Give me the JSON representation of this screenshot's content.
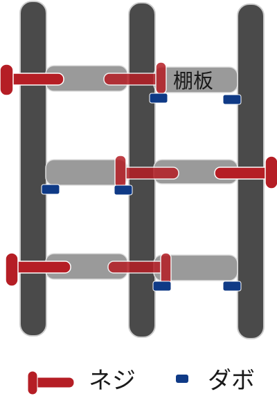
{
  "labels": {
    "shelf_board": "棚板"
  },
  "legend": {
    "screw": "ネジ",
    "dowel": "ダボ"
  },
  "colors": {
    "post": "#4a4a4a",
    "shelf": "#9a9a9a",
    "screw": "#b51e25",
    "dowel": "#0f3a86"
  }
}
